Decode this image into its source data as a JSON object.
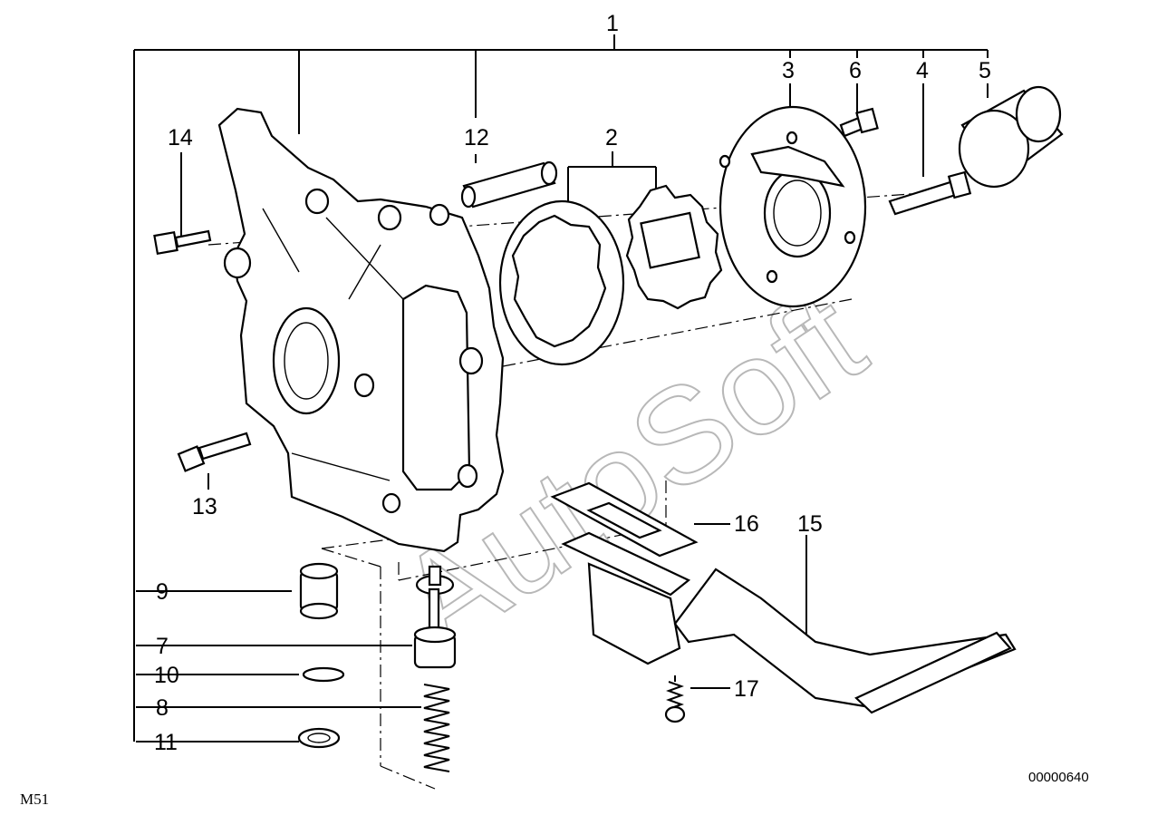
{
  "diagram": {
    "drawing_code": "00000640",
    "model_code": "M51",
    "watermark": "AutoSoft",
    "part_numbers": [
      "1",
      "2",
      "3",
      "4",
      "5",
      "6",
      "7",
      "8",
      "9",
      "10",
      "11",
      "12",
      "13",
      "14",
      "15",
      "16",
      "17"
    ]
  }
}
